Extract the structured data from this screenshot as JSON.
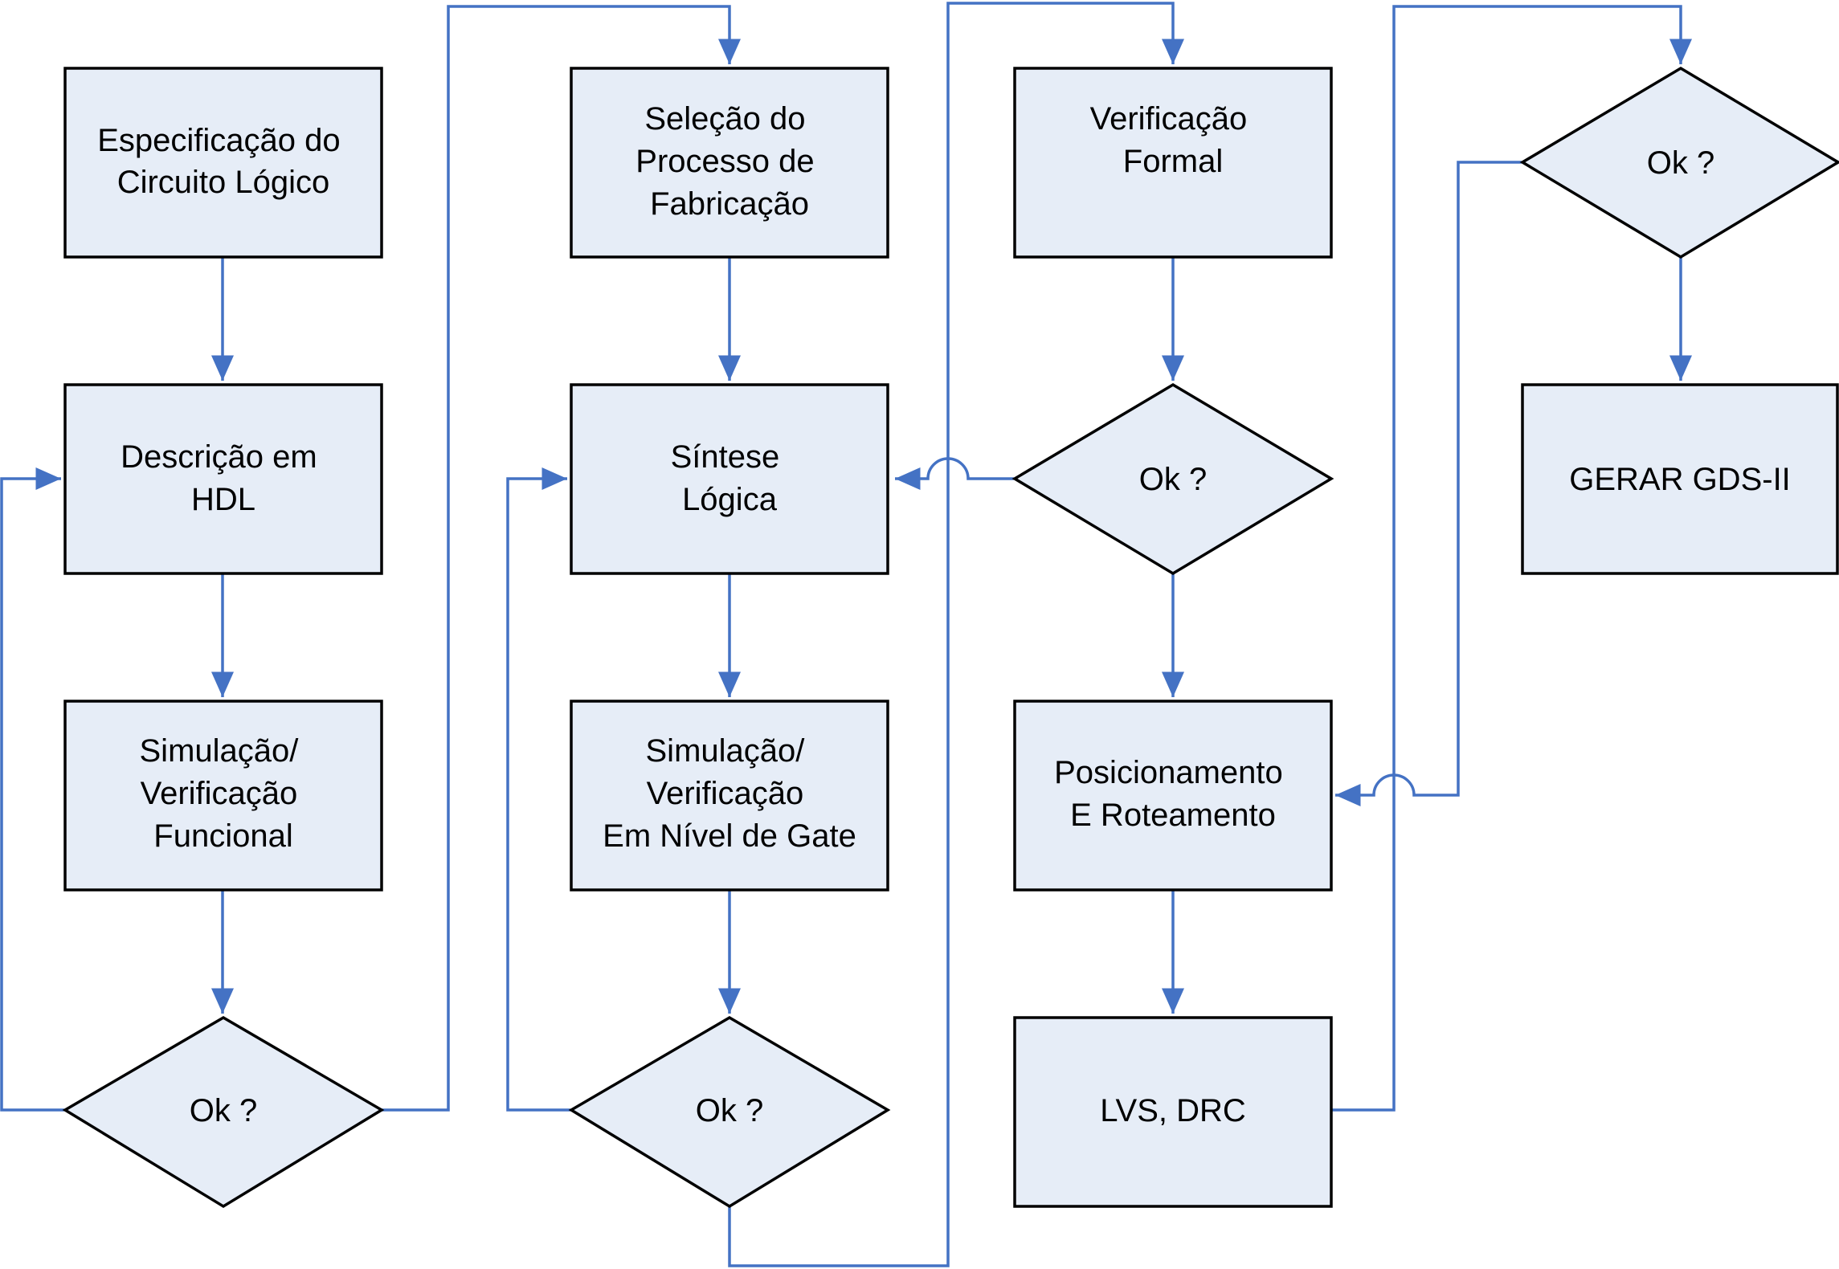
{
  "colors": {
    "node_fill": "#e6edf7",
    "node_stroke": "#000000",
    "connector": "#4472c4"
  },
  "nodes": {
    "spec": {
      "lines": [
        "Especificação do",
        "Circuito Lógico"
      ]
    },
    "hdl": {
      "lines": [
        "Descrição em",
        "HDL"
      ]
    },
    "sim_func": {
      "lines": [
        "Simulação/",
        "Verificação",
        "Funcional"
      ]
    },
    "ok1": {
      "lines": [
        "Ok ?"
      ]
    },
    "process": {
      "lines": [
        "Seleção do",
        "Processo de",
        "Fabricação"
      ]
    },
    "synth": {
      "lines": [
        "Síntese",
        "Lógica"
      ]
    },
    "sim_gate": {
      "lines": [
        "Simulação/",
        "Verificação",
        "Em Nível de Gate"
      ]
    },
    "ok2": {
      "lines": [
        "Ok ?"
      ]
    },
    "formal": {
      "lines": [
        "Verificação",
        "Formal"
      ]
    },
    "ok3": {
      "lines": [
        "Ok ?"
      ]
    },
    "place_route": {
      "lines": [
        "Posicionamento",
        "E Roteamento"
      ]
    },
    "lvs_drc": {
      "lines": [
        "LVS, DRC"
      ]
    },
    "ok4": {
      "lines": [
        "Ok ?"
      ]
    },
    "gds": {
      "lines": [
        "GERAR GDS-II"
      ]
    }
  }
}
